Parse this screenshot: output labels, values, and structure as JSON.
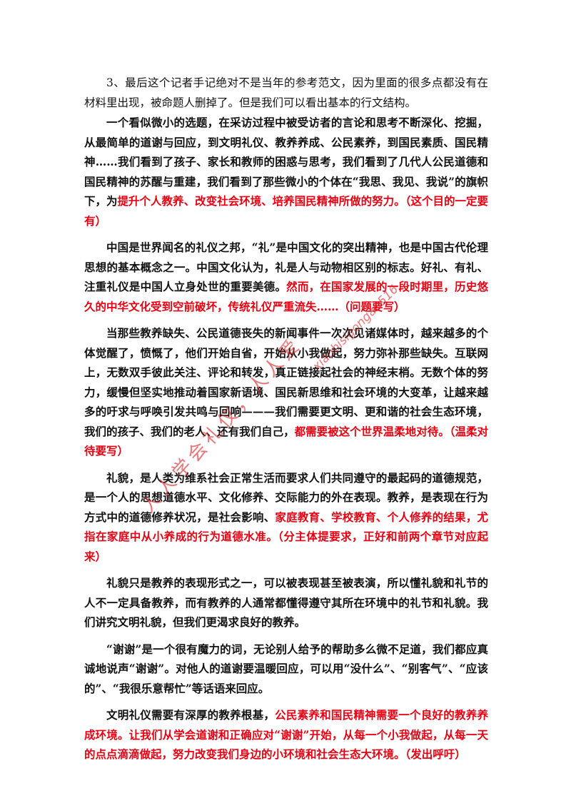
{
  "paragraphs": [
    {
      "segments": [
        {
          "text": "3、最后这个记者手记绝对不是当年的参考范文，因为里面的很多点都没有在材料里出现，被命题人删掉了。但是我们可以看出基本的行文结构。",
          "red": false
        }
      ]
    },
    {
      "segments": [
        {
          "text": "一个看似微小的选题，在采访过程中被受访者的言论和思考不断深化、挖掘，从最简单的道谢与回应，到文明礼仪、教养养成、公民素养，到国民素质、国民精神……我们看到了孩子、家长和教师的困惑与思考，我们看到了几代人公民道德和国民精神的苏醒与重建，我们看到了那些微小的个体在“我思、我见、我说”的旗帜下，为",
          "red": false
        },
        {
          "text": "提升个人教养、改变社会环境、培养国民精神所做的努力。（这个目的一定要有）",
          "red": true
        }
      ]
    },
    {
      "segments": [
        {
          "text": "中国是世界闻名的礼仪之邦，“礼”是中国文化的突出精神，也是中国古代伦理思想的基本概念之一。中国文化认为，礼是人与动物相区别的标志。好礼、有礼、注重礼仪是中国人立身处世的重要美德。",
          "red": false
        },
        {
          "text": "然而，在国家发展的一段时期里，历史悠久的中华文化受到空前破坏，传统礼仪严重流失……（问题要写）",
          "red": true
        }
      ]
    },
    {
      "segments": [
        {
          "text": "当那些教养缺失、公民道德丧失的新闻事件一次次见诸媒体时，越来越多的个体觉醒了，愤慨了，他们开始自省，开始从小我做起，努力弥补那些缺失。互联网上，无数双手彼此关注、评论和转发，真正链接起社会的神经末梢。无数个体的努力，缓慢但坚实地推动着国家新语境、国民新思维和社会环境的大变革，让越来越多的吁求与呼唤引发共鸣与回响———我们需要更文明、更和谐的社会生态环境，我们的孩子、我们的老人、还有我们自己，",
          "red": false
        },
        {
          "text": "都需要被这个世界温柔地对待。（温柔对待要写）",
          "red": true
        }
      ]
    },
    {
      "segments": [
        {
          "text": "礼貌，是人类为维系社会正常生活而要求人们共同遵守的最起码的道德规范，是一个人的思想道德水平、文化修养、交际能力的外在表现。教养，是表现在行为方式中的道德修养状况，是社会影响、",
          "red": false
        },
        {
          "text": "家庭教育、学校教育、个人修养的结果，尤指在家庭中从小养成的行为道德水准。（分主体提要求，正好和前两个章节对应起来）",
          "red": true
        }
      ]
    },
    {
      "segments": [
        {
          "text": "礼貌只是教养的表现形式之一，可以被表现甚至被表演，所以懂礼貌和礼节的人不一定具备教养，而有教养的人通常都懂得遵守其所在环境中的礼节和礼貌。我们讲究文明礼貌，但我们更渴求良好的教养。",
          "red": false
        }
      ]
    },
    {
      "segments": [
        {
          "text": "“谢谢”是一个很有魔力的词，无论别人给予的帮助多么微不足道，我们都应真诚地说声“谢谢”。对他人的道谢要温暖回应，可以用“没什么”、“别客气”、“应该的”、“我很乐意帮忙”等话语来回应。",
          "red": false
        }
      ]
    },
    {
      "segments": [
        {
          "text": "文明礼仪需要有深厚的教养根基，",
          "red": false
        },
        {
          "text": "公民素养和国民精神需要一个良好的教养养成环境。让我们从学会道谢和正确应对“谢谢”开始，从每一个小我做起，从每一天的点点滴滴做起，努力改变我们身边的小环境和社会生态大环境。（发出呼吁）",
          "red": true
        }
      ]
    }
  ],
  "watermark": {
    "text_cn": "人人学会礼仪，人人爱",
    "text_latin": "xiaobisigongan516"
  },
  "colors": {
    "text": "#111111",
    "highlight": "#e60012",
    "watermark": "#d4262a"
  }
}
